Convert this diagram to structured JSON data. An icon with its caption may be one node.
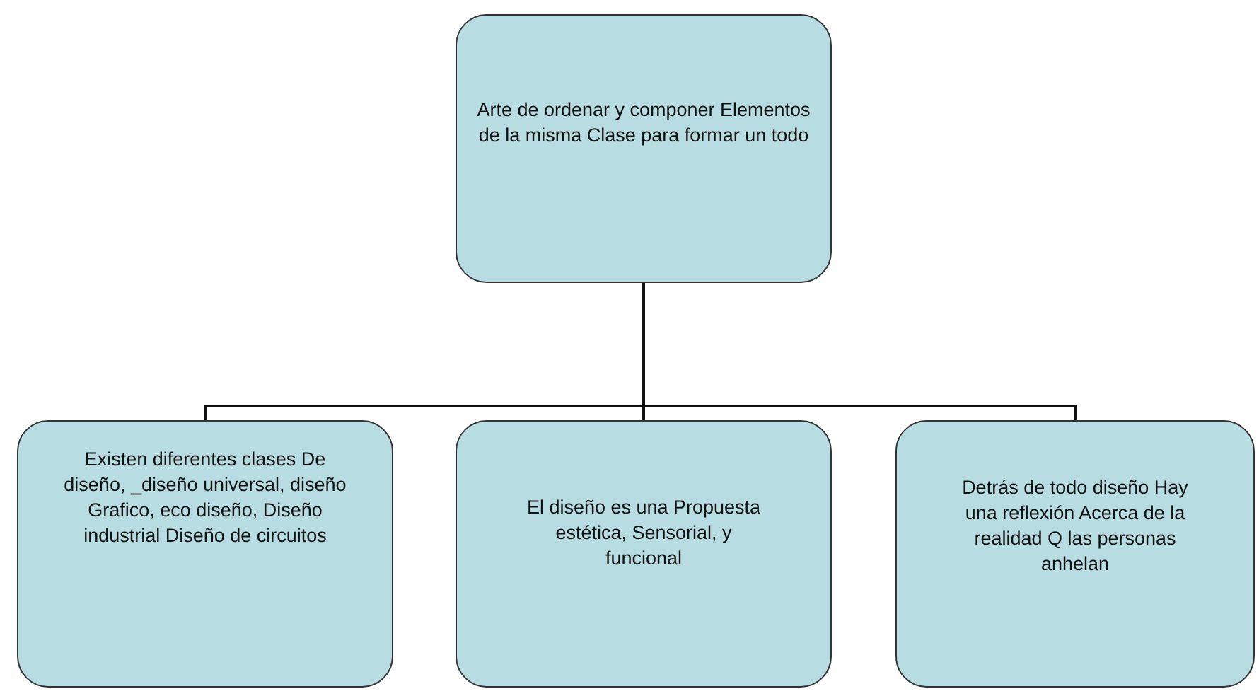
{
  "diagram": {
    "nodes": [
      {
        "text": [
          "Arte de ordenar y componer Elementos de la misma Clase para formar un todo"
        ]
      },
      {
        "text": [
          "Existen diferentes clases De diseño, _diseño universal, diseño Grafico, eco diseño, Diseño industrial Diseño de circuitos"
        ]
      },
      {
        "text": [
          "El diseño es una Propuesta estética, Sensorial, y funcional"
        ]
      },
      {
        "text": [
          "Detrás de todo diseño Hay una reflexión Acerca de la realidad Q las personas anhelan"
        ]
      }
    ],
    "edges": [
      {
        "from": 0,
        "to": 1,
        "arrow": "none"
      },
      {
        "from": 0,
        "to": 2,
        "arrow": "none"
      },
      {
        "from": 0,
        "to": 3,
        "arrow": "none"
      }
    ]
  }
}
